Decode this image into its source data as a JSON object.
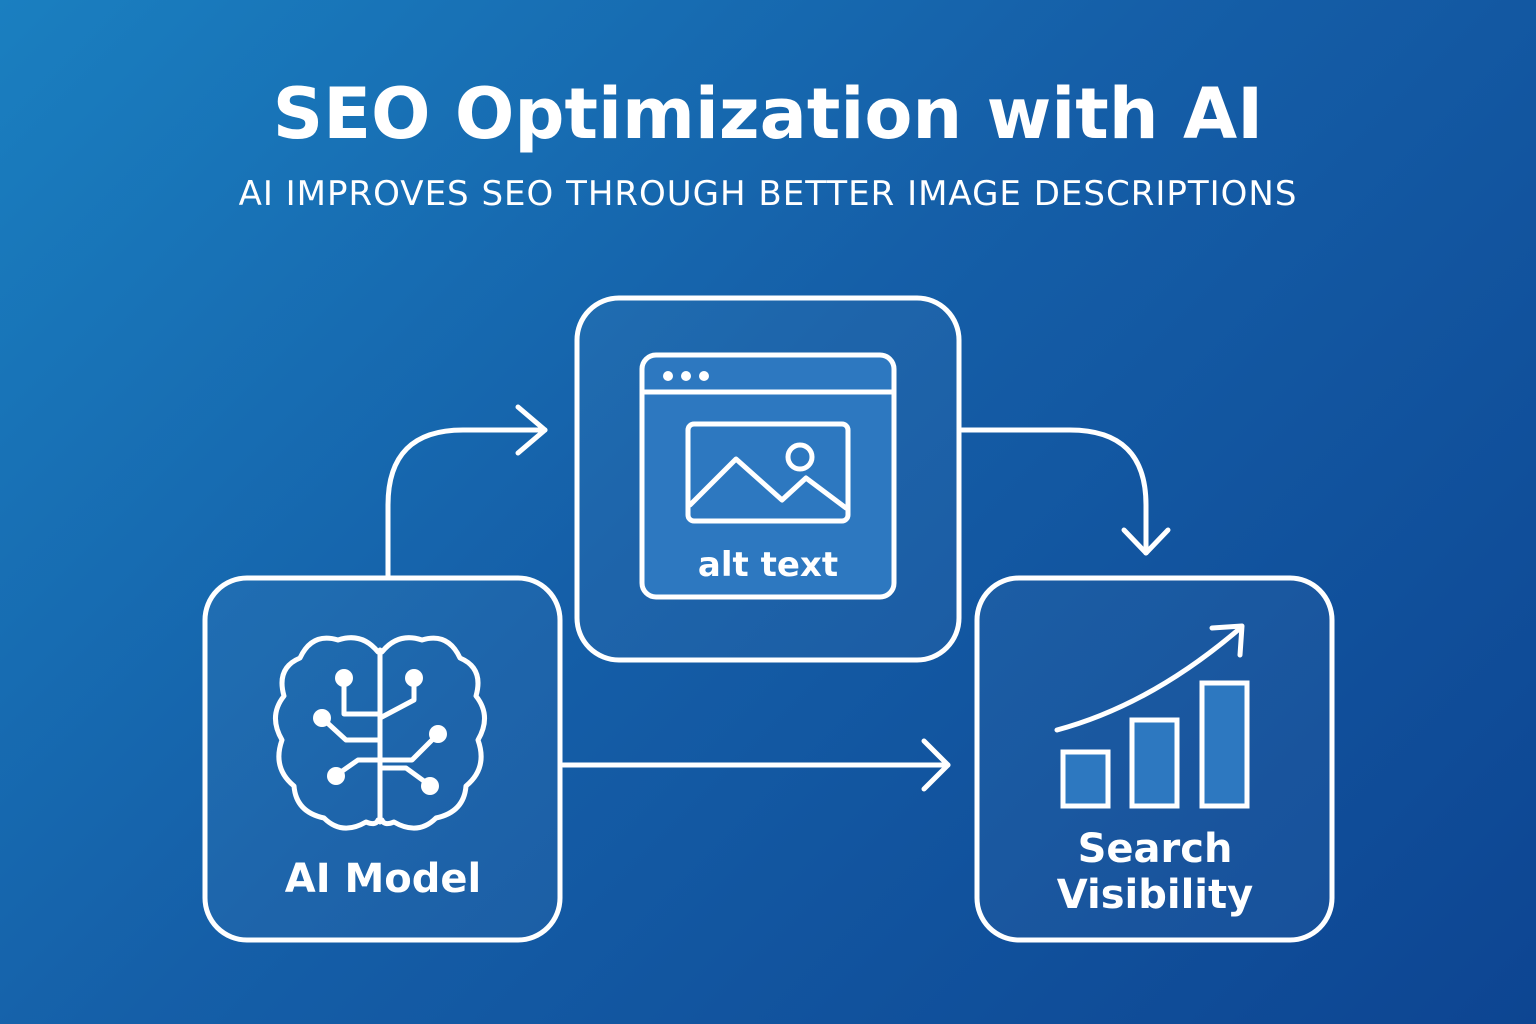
{
  "header": {
    "title": "SEO Optimization with AI",
    "subtitle": "AI IMPROVES SEO THROUGH BETTER IMAGE DESCRIPTIONS"
  },
  "nodes": {
    "ai_model": {
      "label": "AI Model",
      "icon": "brain-circuit-icon"
    },
    "alt_text": {
      "label": "alt text",
      "icon": "browser-image-icon"
    },
    "search_visibility": {
      "label_line1": "Search",
      "label_line2": "Visibility",
      "icon": "bar-chart-growth-icon"
    }
  },
  "colors": {
    "background_start": "#1a7fc0",
    "background_end": "#0d4592",
    "stroke": "#ffffff",
    "inner_fill": "#2d78c0"
  }
}
